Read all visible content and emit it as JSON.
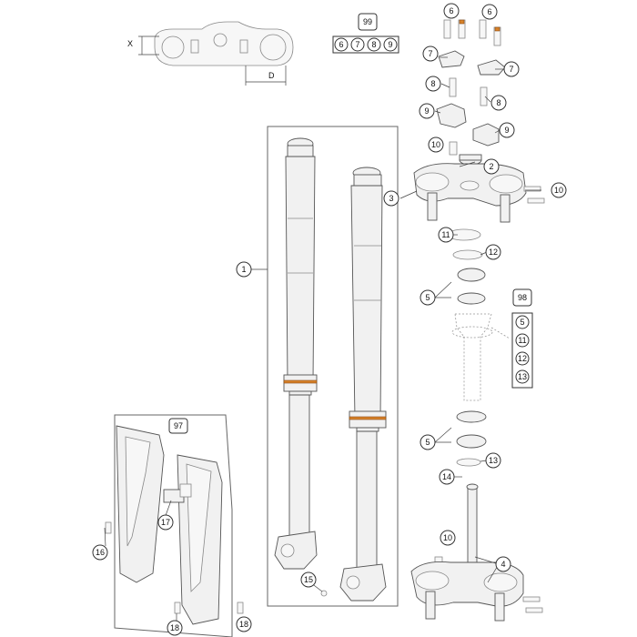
{
  "callouts": {
    "p1": "1",
    "p2": "2",
    "p3": "3",
    "p4": "4",
    "p5a": "5",
    "p5b": "5",
    "p6a": "6",
    "p6b": "6",
    "p7a": "7",
    "p7b": "7",
    "p8a": "8",
    "p8b": "8",
    "p9a": "9",
    "p9b": "9",
    "p10a": "10",
    "p10b": "10",
    "p10c": "10",
    "p11": "11",
    "p12": "12",
    "p13": "13",
    "p14": "14",
    "p15": "15",
    "p16": "16",
    "p17": "17",
    "p18a": "18",
    "p18b": "18"
  },
  "kits": {
    "k99": {
      "label": "99",
      "items": [
        "6",
        "7",
        "8",
        "9"
      ]
    },
    "k98": {
      "label": "98",
      "items": [
        "5",
        "11",
        "12",
        "13"
      ]
    },
    "k97": {
      "label": "97"
    }
  },
  "dimensions": {
    "x": "X",
    "d": "D"
  },
  "colors": {
    "accent": "#d8822a",
    "line": "#444444"
  }
}
